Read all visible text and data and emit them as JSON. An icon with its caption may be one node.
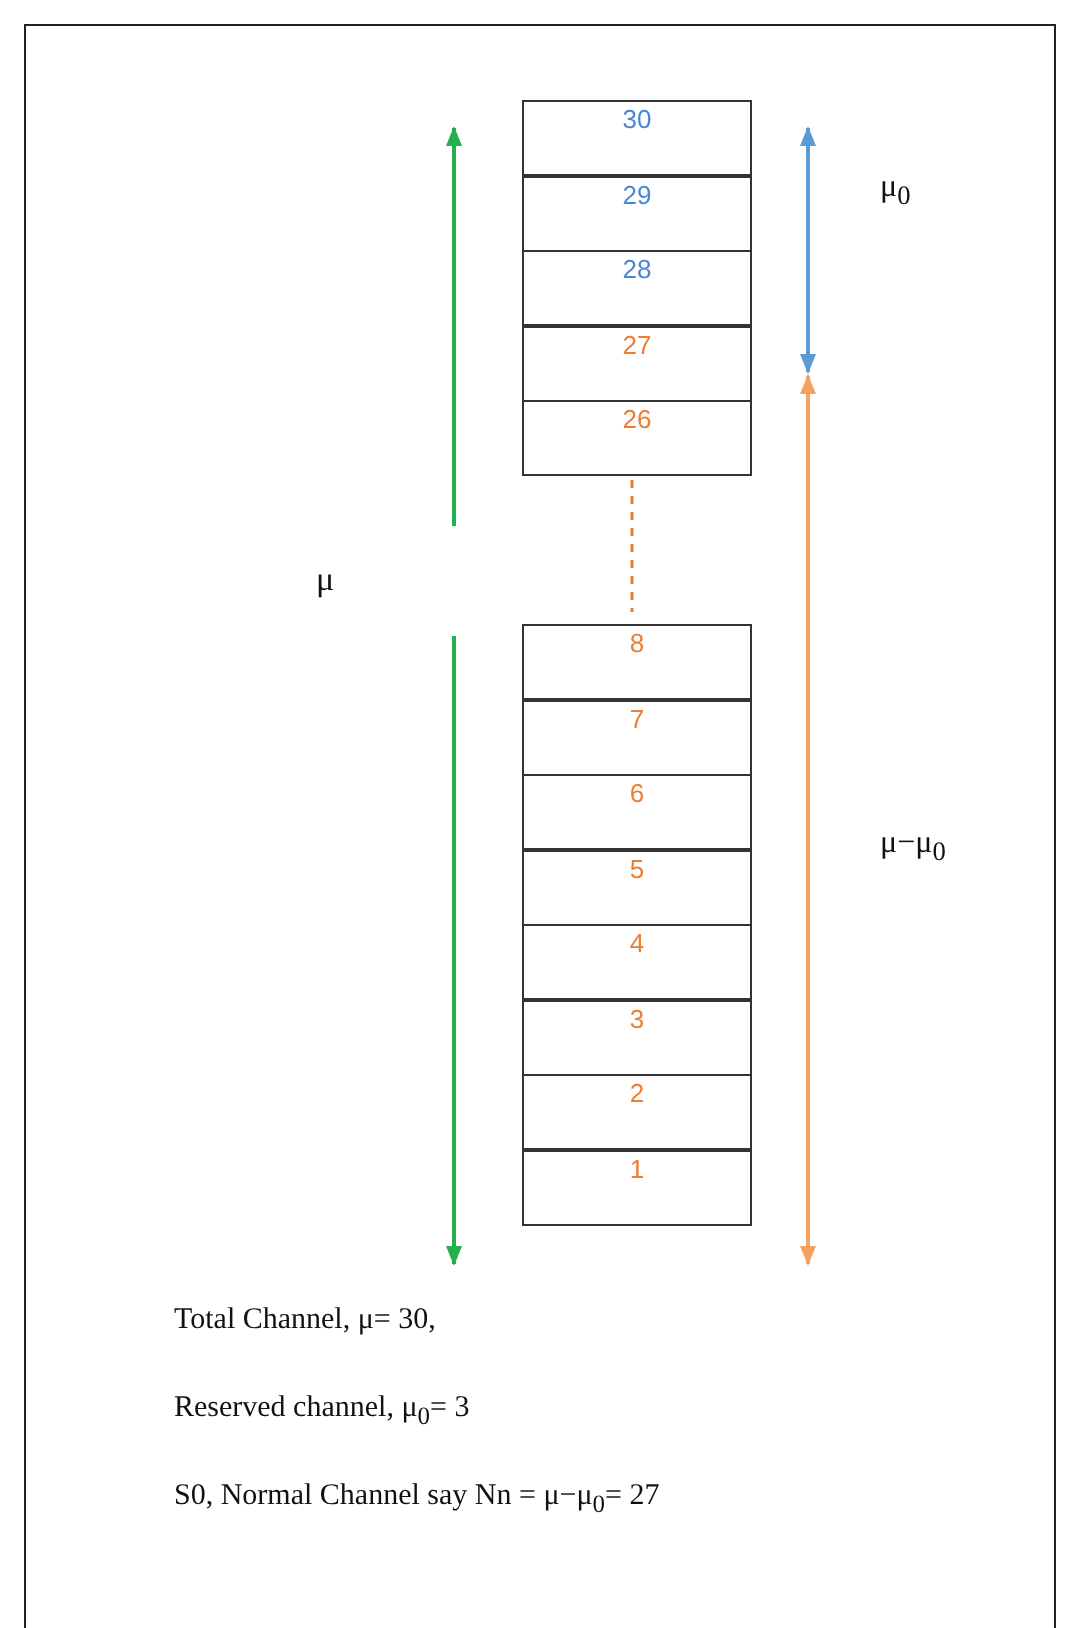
{
  "diagram": {
    "nodes": [
      {
        "text": [
          "30"
        ]
      },
      {
        "text": [
          "29"
        ]
      },
      {
        "text": [
          "28"
        ]
      },
      {
        "text": [
          "27"
        ]
      },
      {
        "text": [
          "26"
        ]
      },
      {
        "text": [
          "8"
        ]
      },
      {
        "text": [
          "7"
        ]
      },
      {
        "text": [
          "6"
        ]
      },
      {
        "text": [
          "5"
        ]
      },
      {
        "text": [
          "4"
        ]
      },
      {
        "text": [
          "3"
        ]
      },
      {
        "text": [
          "2"
        ]
      },
      {
        "text": [
          "1"
        ]
      }
    ],
    "edges": [
      {
        "from": 4,
        "to": 5,
        "arrow": "none",
        "style": "dashed",
        "color": "#ed7d31"
      }
    ],
    "labels": [
      "μ",
      "μ$_{0}$",
      "μ−μ$_{0}$",
      "Total Channel, μ= 30,",
      "Reserved channel, μ$_{0}$= 3",
      "S0, Normal Channel say Nn = μ−μ$_{0}$= 27"
    ]
  }
}
